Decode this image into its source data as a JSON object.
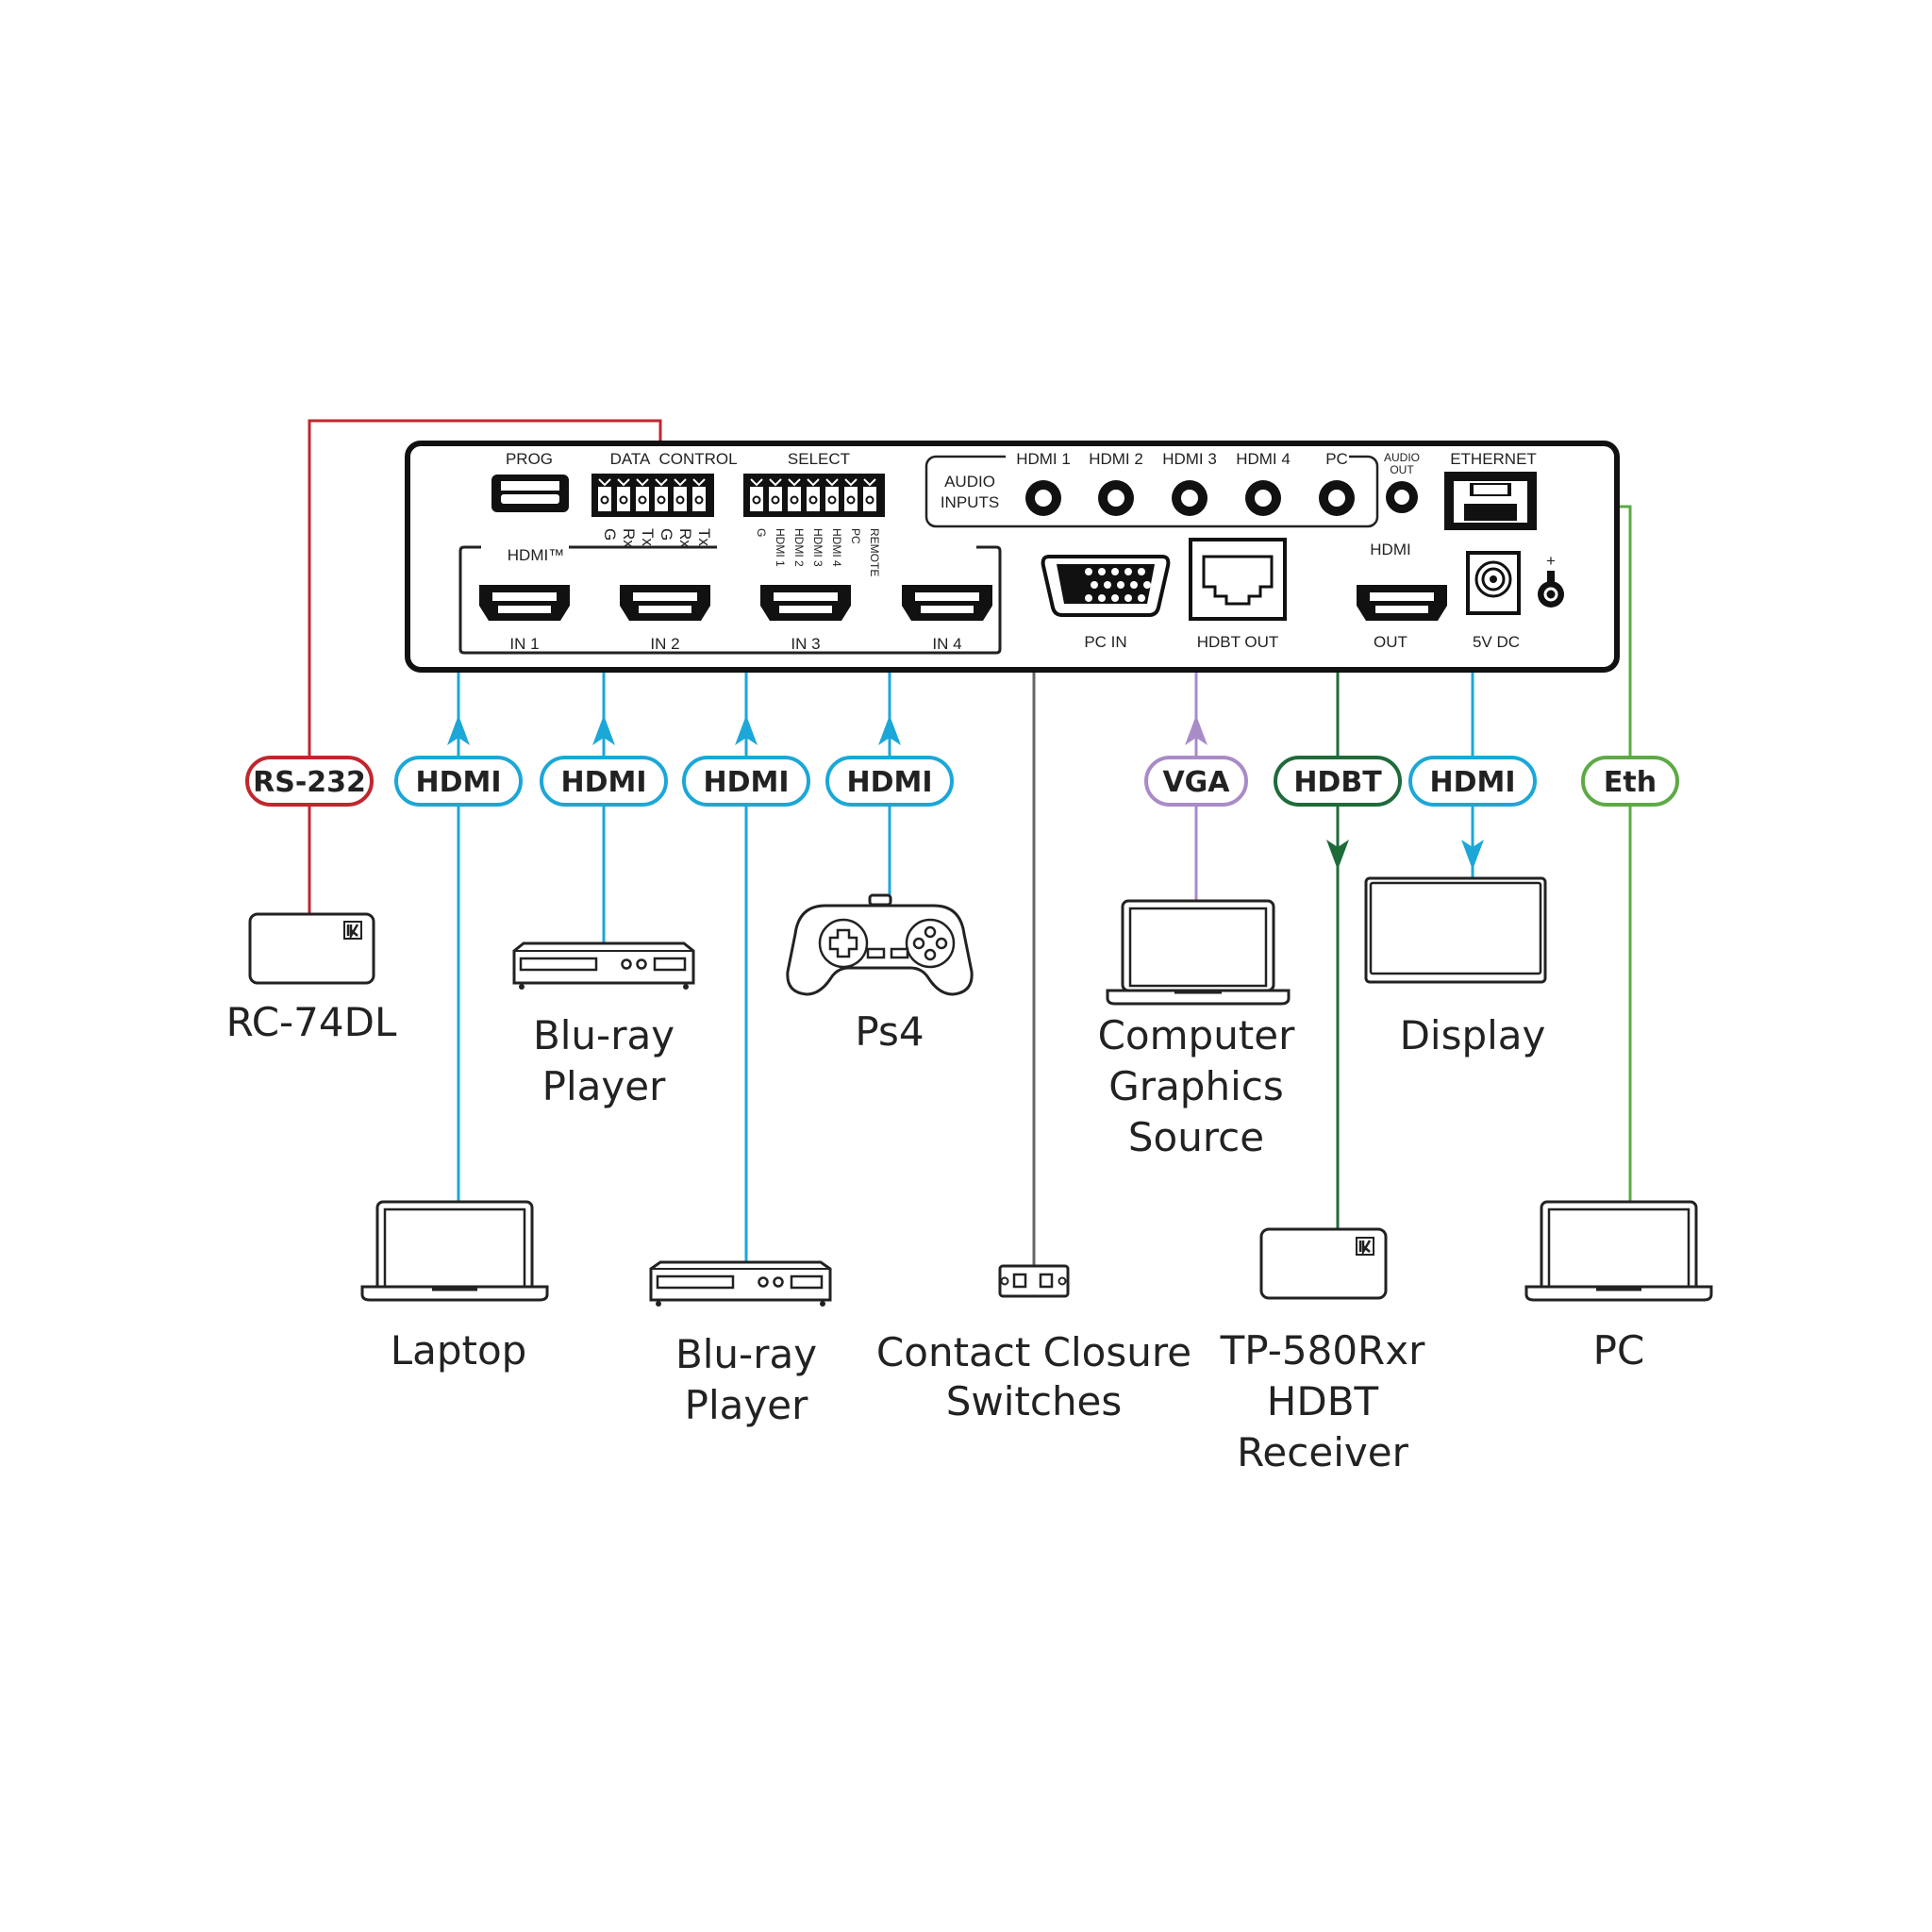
{
  "title": "Connection diagram – 4-input HDMI/PC presentation switcher",
  "colors": {
    "rs232": "#c0272d",
    "hdmi": "#1ba7d8",
    "vga": "#a98bc7",
    "hdbt": "#1e6b3a",
    "eth": "#5daa45",
    "contact": "#666666",
    "panel": "#111111"
  },
  "panel": {
    "prog": "PROG",
    "data": "DATA",
    "control": "CONTROL",
    "select": "SELECT",
    "rs232_pins": [
      "G",
      "Rx",
      "Tx",
      "G",
      "Rx",
      "Tx"
    ],
    "select_pins": [
      "G",
      "HDMI 1",
      "HDMI 2",
      "HDMI 3",
      "HDMI 4",
      "PC",
      "REMOTE"
    ],
    "hdmi_group": "HDMI™",
    "inputs": [
      "IN 1",
      "IN 2",
      "IN 3",
      "IN 4"
    ],
    "audio_inputs_label_1": "AUDIO",
    "audio_inputs_label_2": "INPUTS",
    "audio_inputs": [
      "HDMI 1",
      "HDMI 2",
      "HDMI 3",
      "HDMI 4",
      "PC"
    ],
    "audio_out_1": "AUDIO",
    "audio_out_2": "OUT",
    "ethernet": "ETHERNET",
    "pc_in": "PC IN",
    "hdbt_out": "HDBT OUT",
    "hdmi_out_title": "HDMI",
    "hdmi_out": "OUT",
    "power": "5V DC",
    "plus": "+"
  },
  "pills": [
    {
      "id": "rs232",
      "label": "RS-232",
      "color": "rs232"
    },
    {
      "id": "hdmi1",
      "label": "HDMI",
      "color": "hdmi"
    },
    {
      "id": "hdmi2",
      "label": "HDMI",
      "color": "hdmi"
    },
    {
      "id": "hdmi3",
      "label": "HDMI",
      "color": "hdmi"
    },
    {
      "id": "hdmi4",
      "label": "HDMI",
      "color": "hdmi"
    },
    {
      "id": "vga",
      "label": "VGA",
      "color": "vga"
    },
    {
      "id": "hdbt",
      "label": "HDBT",
      "color": "hdbt"
    },
    {
      "id": "hdmiout",
      "label": "HDMI",
      "color": "hdmi"
    },
    {
      "id": "eth",
      "label": "Eth",
      "color": "eth"
    }
  ],
  "devices": {
    "rc74dl": [
      "RC-74DL"
    ],
    "bluray1": [
      "Blu-ray",
      "Player"
    ],
    "ps4": [
      "Ps4"
    ],
    "computer": [
      "Computer",
      "Graphics",
      "Source"
    ],
    "display": [
      "Display"
    ],
    "laptop": [
      "Laptop"
    ],
    "bluray2": [
      "Blu-ray",
      "Player"
    ],
    "contact": [
      "Contact Closure",
      "Switches"
    ],
    "receiver": [
      "TP-580Rxr",
      "HDBT",
      "Receiver"
    ],
    "pc": [
      "PC"
    ]
  }
}
